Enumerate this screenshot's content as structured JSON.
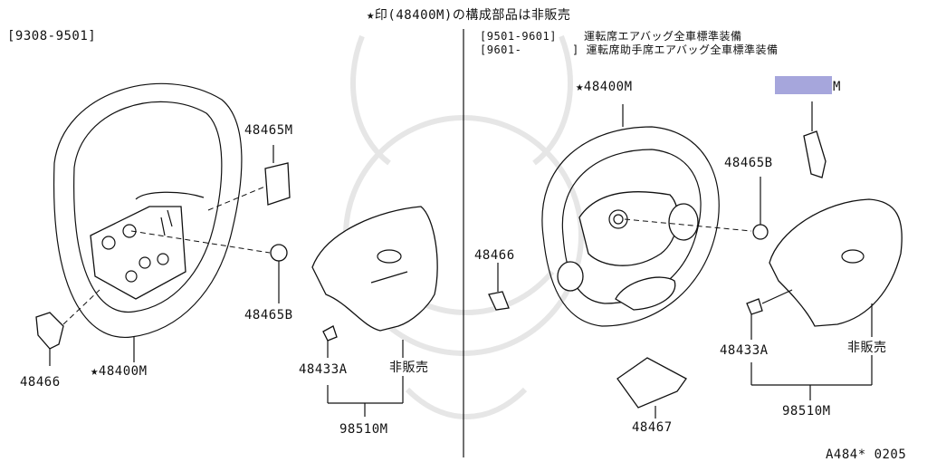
{
  "header": {
    "note": "★印(48400M)の構成部品は非販売"
  },
  "left_panel": {
    "period": "[9308-9501]",
    "labels": {
      "p48465M": "48465M",
      "p48465B": "48465B",
      "p48466": "48466",
      "p48400M": "★48400M",
      "p48433A": "48433A",
      "not_for_sale": "非販売",
      "p98510M": "98510M"
    }
  },
  "right_panel": {
    "period_1": "[9501-9601]",
    "period_1_note": "運転席エアバッグ全車標準装備",
    "period_2": "[9601-",
    "period_2_note": "] 運転席助手席エアバッグ全車標準装備",
    "labels": {
      "p48400M": "★48400M",
      "highlight_suffix": "M",
      "p48465B": "48465B",
      "p48466": "48466",
      "p48433A": "48433A",
      "not_for_sale": "非販売",
      "p98510M": "98510M",
      "p48467": "48467"
    }
  },
  "footer": {
    "code": "A484* 0205"
  },
  "colors": {
    "highlight": "#a6a6dc",
    "watermark": "#e6e6e6"
  }
}
